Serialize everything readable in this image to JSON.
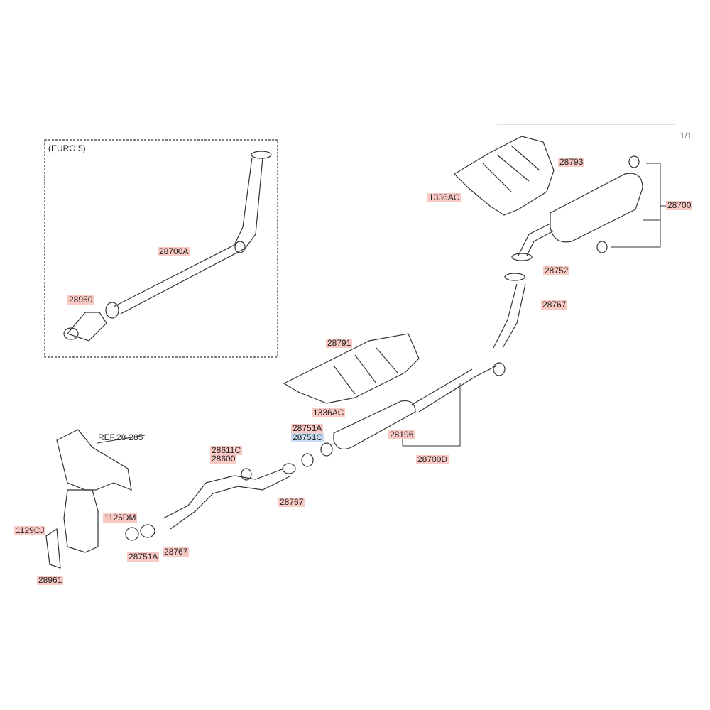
{
  "page_indicator": "1/1",
  "euro_box_title": "(EURO 5)",
  "reference": "REF.28-285",
  "callouts": {
    "c28700A": "28700A",
    "c28950": "28950",
    "c28793": "28793",
    "c1336AC_top": "1336AC",
    "c28700": "28700",
    "c28752": "28752",
    "c28767_right": "28767",
    "c28791": "28791",
    "c1336AC_mid": "1336AC",
    "c28751A_mid": "28751A",
    "c28751C": "28751C",
    "c28196": "28196",
    "c28700D": "28700D",
    "c28611C": "28611C",
    "c28600": "28600",
    "c28767_mid": "28767",
    "c1125DM": "1125DM",
    "c1129CJ": "1129CJ",
    "c28751A_low": "28751A",
    "c28767_low": "28767",
    "c28961": "28961"
  },
  "colors": {
    "label_bg": "#f9c9c4",
    "selected_bg": "#c8dcf3"
  }
}
